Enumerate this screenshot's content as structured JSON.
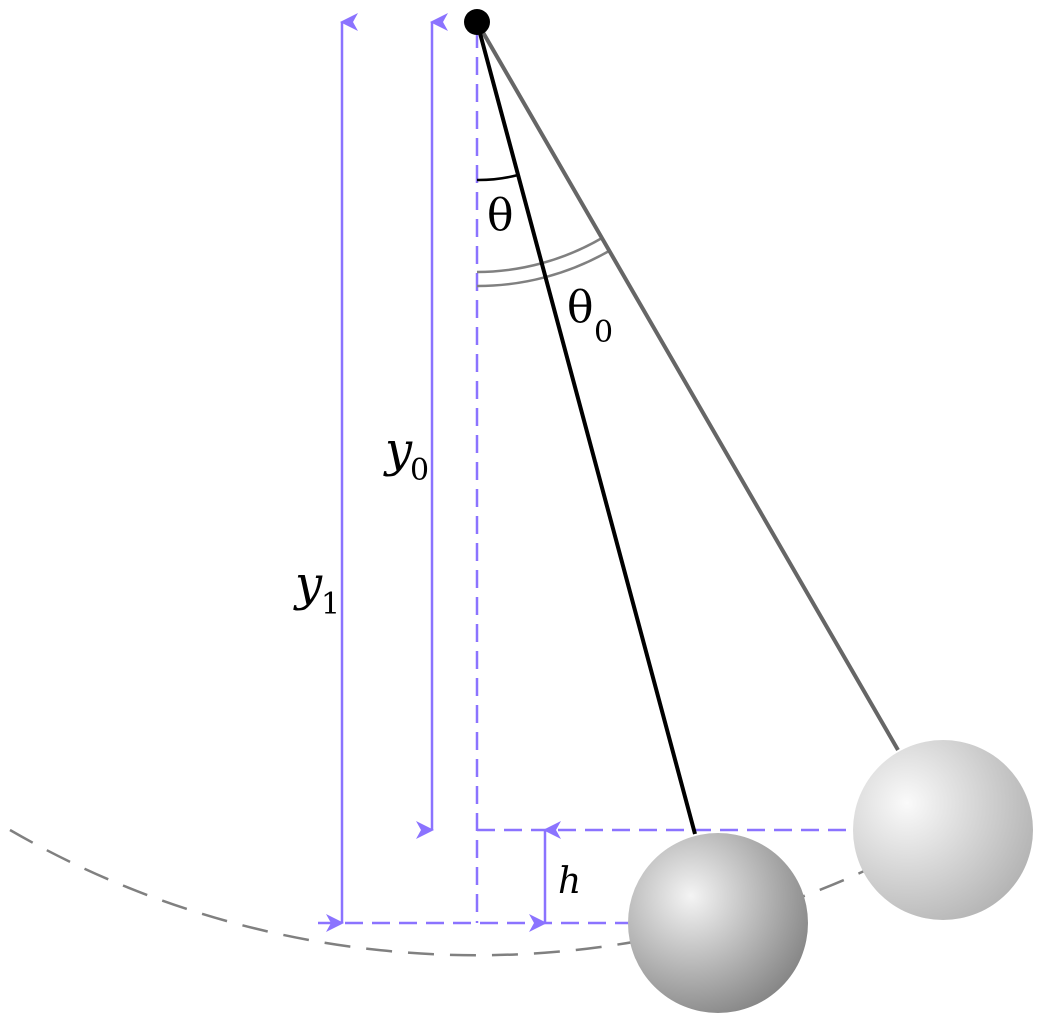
{
  "labels": {
    "theta": "θ",
    "theta0_main": "θ",
    "theta0_sub": "0",
    "y0_main": "y",
    "y0_sub": "0",
    "y1_main": "y",
    "y1_sub": "1",
    "h": "h"
  },
  "colors": {
    "measure": "#8b73ff",
    "string_current": "#000000",
    "string_initial": "#666666",
    "arc_path": "#808080"
  }
}
